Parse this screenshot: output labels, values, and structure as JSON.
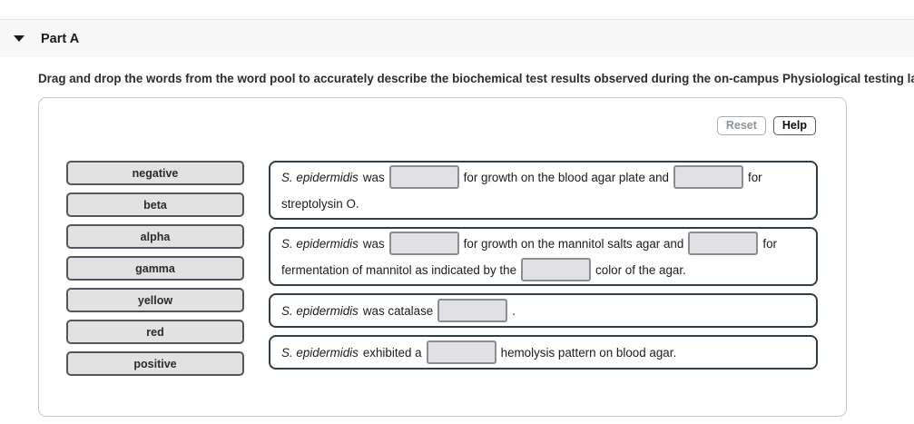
{
  "part_header": {
    "title": "Part A",
    "collapse_icon": "triangle-down-icon"
  },
  "instruction": "Drag and drop the words from the word pool to accurately describe the biochemical test results observed during the on-campus Physiological testing lab.",
  "toolbar": {
    "reset_label": "Reset",
    "help_label": "Help"
  },
  "word_pool": [
    "negative",
    "beta",
    "alpha",
    "gamma",
    "yellow",
    "red",
    "positive"
  ],
  "sentences": [
    {
      "line1": {
        "species": "S. epidermidis",
        "a": "was",
        "b": "for growth on the blood agar plate and",
        "c": "for"
      },
      "line2": {
        "a": "streptolysin O."
      }
    },
    {
      "line1": {
        "species": "S. epidermidis",
        "a": "was",
        "b": "for growth on the mannitol salts agar and",
        "c": "for"
      },
      "line2": {
        "a": "fermentation of mannitol as indicated by the",
        "b": "color of the agar."
      }
    },
    {
      "line1": {
        "species": "S. epidermidis",
        "a": "was catalase",
        "b": "."
      }
    },
    {
      "line1": {
        "species": "S. epidermidis",
        "a": "exhibited a",
        "b": "hemolysis pattern on blood agar."
      }
    }
  ],
  "colors": {
    "header_band": "#f7f7f8",
    "panel_border": "#c9c9cc",
    "chip_fill": "#e2e2e2",
    "chip_border": "#54555d",
    "sentence_box_border": "#313e46",
    "blank_fill": "#e1e1e3",
    "blank_border": "#8c8c94",
    "reset_text": "#8f9499",
    "help_text": "#0b0b0b"
  }
}
